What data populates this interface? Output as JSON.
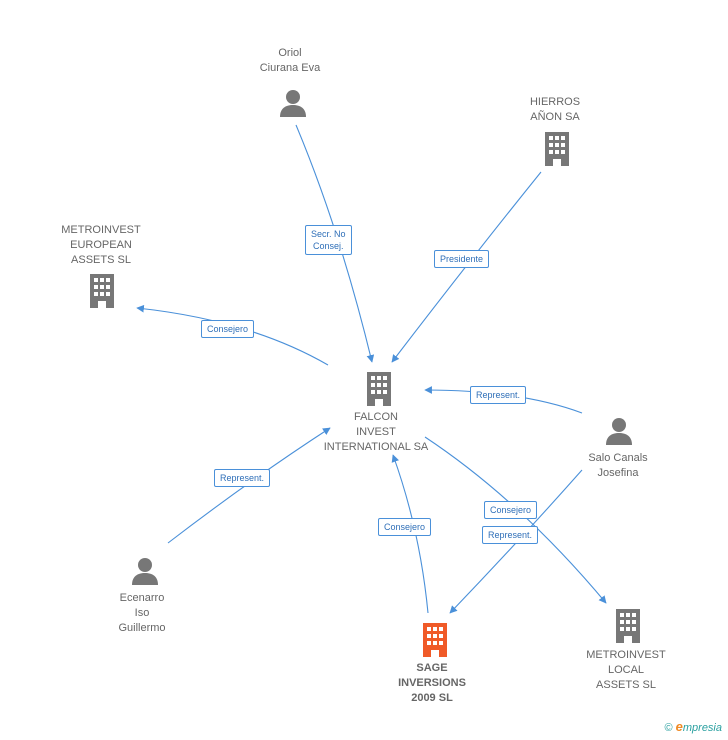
{
  "colors": {
    "edge": "#4a90d9",
    "icon": "#777777",
    "main_icon": "#f05a28",
    "label": "#666666"
  },
  "nodes": {
    "oriol": {
      "label": "Oriol\nCiurana Eva",
      "icon": "person-icon"
    },
    "hierros": {
      "label": "HIERROS\nAÑON SA",
      "icon": "building-icon"
    },
    "metro_eu": {
      "label": "METROINVEST\nEUROPEAN\nASSETS SL",
      "icon": "building-icon"
    },
    "falcon": {
      "label": "FALCON\nINVEST\nINTERNATIONAL SA",
      "icon": "building-icon"
    },
    "salo": {
      "label": "Salo Canals\nJosefina",
      "icon": "person-icon"
    },
    "ecenarro": {
      "label": "Ecenarro\nIso\nGuillermo",
      "icon": "person-icon"
    },
    "sage": {
      "label": "SAGE\nINVERSIONS\n2009 SL",
      "icon": "building-icon"
    },
    "metro_local": {
      "label": "METROINVEST\nLOCAL\nASSETS SL",
      "icon": "building-icon"
    }
  },
  "edges": [
    {
      "label": "Secr.  No\nConsej."
    },
    {
      "label": "Presidente"
    },
    {
      "label": "Consejero"
    },
    {
      "label": "Represent."
    },
    {
      "label": "Represent."
    },
    {
      "label": "Consejero"
    },
    {
      "label": "Consejero"
    },
    {
      "label": "Represent."
    }
  ],
  "brand": {
    "copyright": "©",
    "name_initial": "e",
    "name_rest": "mpresia"
  }
}
